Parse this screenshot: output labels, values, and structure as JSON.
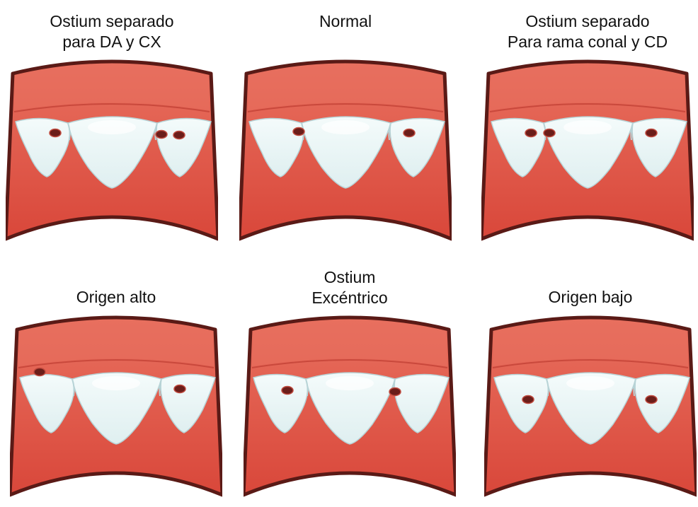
{
  "colors": {
    "aorta_wall": "#d9473a",
    "aorta_wall_light": "#e8705f",
    "aorta_wall_edge": "#5a1a16",
    "cusp": "#dfeff0",
    "cusp_shadow": "#b7d3d6",
    "ostium": "#6b1e1a",
    "ostium_rim": "#c04a3e"
  },
  "panels": [
    {
      "id": "separate-lad-cx",
      "title_lines": [
        "Ostium separado",
        "para DA y CX"
      ],
      "ostia": [
        {
          "cusp": "left",
          "position": "center-left"
        },
        {
          "cusp": "right",
          "position": "center-left"
        },
        {
          "cusp": "right",
          "position": "center-right"
        }
      ]
    },
    {
      "id": "normal",
      "title_lines": [
        "Normal"
      ],
      "ostia": [
        {
          "cusp": "left",
          "position": "center"
        },
        {
          "cusp": "right",
          "position": "center"
        }
      ]
    },
    {
      "id": "separate-conal-rca",
      "title_lines": [
        "Ostium separado",
        "Para rama conal y CD"
      ],
      "ostia": [
        {
          "cusp": "left",
          "position": "center-left"
        },
        {
          "cusp": "left",
          "position": "center-right"
        },
        {
          "cusp": "right",
          "position": "center"
        }
      ]
    },
    {
      "id": "high-origin",
      "title_lines": [
        "Origen alto"
      ],
      "ostia": [
        {
          "cusp": "left",
          "position": "above-sinotubular-junction"
        },
        {
          "cusp": "right",
          "position": "center"
        }
      ]
    },
    {
      "id": "eccentric",
      "title_lines": [
        "Ostium",
        "Excéntrico"
      ],
      "ostia": [
        {
          "cusp": "left",
          "position": "near-commissure-left"
        },
        {
          "cusp": "right",
          "position": "near-commissure-left"
        }
      ]
    },
    {
      "id": "low-origin",
      "title_lines": [
        "Origen bajo"
      ],
      "ostia": [
        {
          "cusp": "left",
          "position": "lower-in-sinus"
        },
        {
          "cusp": "right",
          "position": "lower-in-sinus"
        }
      ]
    }
  ]
}
